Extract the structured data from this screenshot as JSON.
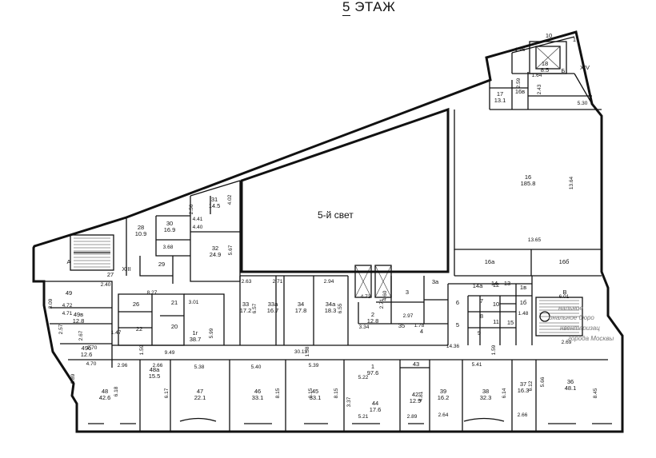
{
  "plan": {
    "title_number": "5",
    "title_word": "ЭТАЖ",
    "atrium_label": "5-й свет",
    "stamp_lines": [
      "нальное",
      "ональное бюро",
      "нвентаризац",
      "города Москвы"
    ]
  },
  "rooms": [
    {
      "id": "r31",
      "num": "31",
      "area": "14.5"
    },
    {
      "id": "r30",
      "num": "30",
      "area": "16.9"
    },
    {
      "id": "r28",
      "num": "28",
      "area": "10.9"
    },
    {
      "id": "r32",
      "num": "32",
      "area": "24.9"
    },
    {
      "id": "r29",
      "num": "29",
      "area": ""
    },
    {
      "id": "r27",
      "num": "27",
      "area": ""
    },
    {
      "id": "rA",
      "num": "А",
      "area": ""
    },
    {
      "id": "rXIII",
      "num": "XIII",
      "area": ""
    },
    {
      "id": "r16",
      "num": "16",
      "area": "185.8"
    },
    {
      "id": "r16a",
      "num": "16а",
      "area": ""
    },
    {
      "id": "r16b",
      "num": "16б",
      "area": ""
    },
    {
      "id": "r17",
      "num": "17",
      "area": "13.1"
    },
    {
      "id": "r16v",
      "num": "16в",
      "area": ""
    },
    {
      "id": "r18",
      "num": "18",
      "area": "8.5"
    },
    {
      "id": "r10",
      "num": "10",
      "area": ""
    },
    {
      "id": "r1top",
      "num": "1",
      "area": ""
    },
    {
      "id": "rB",
      "num": "Б",
      "area": ""
    },
    {
      "id": "rXIV",
      "num": "XIV",
      "area": ""
    },
    {
      "id": "r49",
      "num": "49",
      "area": ""
    },
    {
      "id": "r49v",
      "num": "49в",
      "area": "12.8"
    },
    {
      "id": "r49b",
      "num": "49б",
      "area": "12.6"
    },
    {
      "id": "r26",
      "num": "26",
      "area": ""
    },
    {
      "id": "r21",
      "num": "21",
      "area": ""
    },
    {
      "id": "r22",
      "num": "22",
      "area": ""
    },
    {
      "id": "r20",
      "num": "20",
      "area": ""
    },
    {
      "id": "r1g",
      "num": "1г",
      "area": "38.7"
    },
    {
      "id": "r33",
      "num": "33",
      "area": "17.2"
    },
    {
      "id": "r33a",
      "num": "33а",
      "area": "16.7"
    },
    {
      "id": "r34",
      "num": "34",
      "area": "17.8"
    },
    {
      "id": "r34a",
      "num": "34а",
      "area": "18.3"
    },
    {
      "id": "r2",
      "num": "2",
      "area": "12.8"
    },
    {
      "id": "r3",
      "num": "3",
      "area": ""
    },
    {
      "id": "r3a",
      "num": "3а",
      "area": ""
    },
    {
      "id": "r35",
      "num": "35",
      "area": ""
    },
    {
      "id": "r4",
      "num": "4",
      "area": ""
    },
    {
      "id": "r6",
      "num": "6",
      "area": ""
    },
    {
      "id": "r5",
      "num": "5",
      "area": ""
    },
    {
      "id": "r7",
      "num": "7",
      "area": ""
    },
    {
      "id": "r8",
      "num": "8",
      "area": ""
    },
    {
      "id": "r9",
      "num": "9",
      "area": ""
    },
    {
      "id": "r10b",
      "num": "10",
      "area": ""
    },
    {
      "id": "r11",
      "num": "11",
      "area": ""
    },
    {
      "id": "r12",
      "num": "12",
      "area": ""
    },
    {
      "id": "r13",
      "num": "13",
      "area": ""
    },
    {
      "id": "r14a",
      "num": "14а",
      "area": ""
    },
    {
      "id": "r14",
      "num": "14",
      "area": ""
    },
    {
      "id": "r15",
      "num": "15",
      "area": ""
    },
    {
      "id": "r1v",
      "num": "1в",
      "area": ""
    },
    {
      "id": "r1b",
      "num": "1б",
      "area": ""
    },
    {
      "id": "rV",
      "num": "В",
      "area": ""
    },
    {
      "id": "r1",
      "num": "1",
      "area": "97.6"
    },
    {
      "id": "r48",
      "num": "48",
      "area": "42.6"
    },
    {
      "id": "r48a",
      "num": "48а",
      "area": "15.5"
    },
    {
      "id": "r47",
      "num": "47",
      "area": "22.1"
    },
    {
      "id": "r46",
      "num": "46",
      "area": "33.1"
    },
    {
      "id": "r45",
      "num": "45",
      "area": "33.1"
    },
    {
      "id": "r44",
      "num": "44",
      "area": "17.6"
    },
    {
      "id": "r43",
      "num": "43",
      "area": ""
    },
    {
      "id": "r42",
      "num": "42",
      "area": "12.9"
    },
    {
      "id": "r39",
      "num": "39",
      "area": "16.2"
    },
    {
      "id": "r38",
      "num": "38",
      "area": "32.3"
    },
    {
      "id": "r37",
      "num": "37",
      "area": "16.3"
    },
    {
      "id": "r36",
      "num": "36",
      "area": "48.1"
    }
  ],
  "dimensions": [
    "2.56",
    "4.02",
    "4.41",
    "4.40",
    "3.68",
    "5.67",
    "1.96",
    "2.59",
    "1.64",
    "2.43",
    "5.30",
    "13.64",
    "13.65",
    "3.09",
    "4.72",
    "4.71",
    "2.57",
    "2.67",
    "2.70",
    "1.47",
    "1.59",
    "2.89",
    "4.70",
    "8.27",
    "2.40",
    "3.01",
    "5.99",
    "2.63",
    "2.71",
    "2.94",
    "6.57",
    "6.55",
    "2.71",
    "4.73",
    "4.60",
    "2.97",
    "3.34",
    "1.78",
    "14.36",
    "1.59",
    "6.01",
    "2.69",
    "1.48",
    "9.49",
    "30.13",
    "1.58",
    "2.96",
    "2.66",
    "5.38",
    "5.40",
    "5.39",
    "5.22",
    "5.41",
    "5.21",
    "6.18",
    "6.17",
    "6.15",
    "8.15",
    "8.15",
    "3.37",
    "4.81",
    "2.89",
    "2.64",
    "6.14",
    "6.12",
    "2.66",
    "8.45",
    "5.66"
  ]
}
